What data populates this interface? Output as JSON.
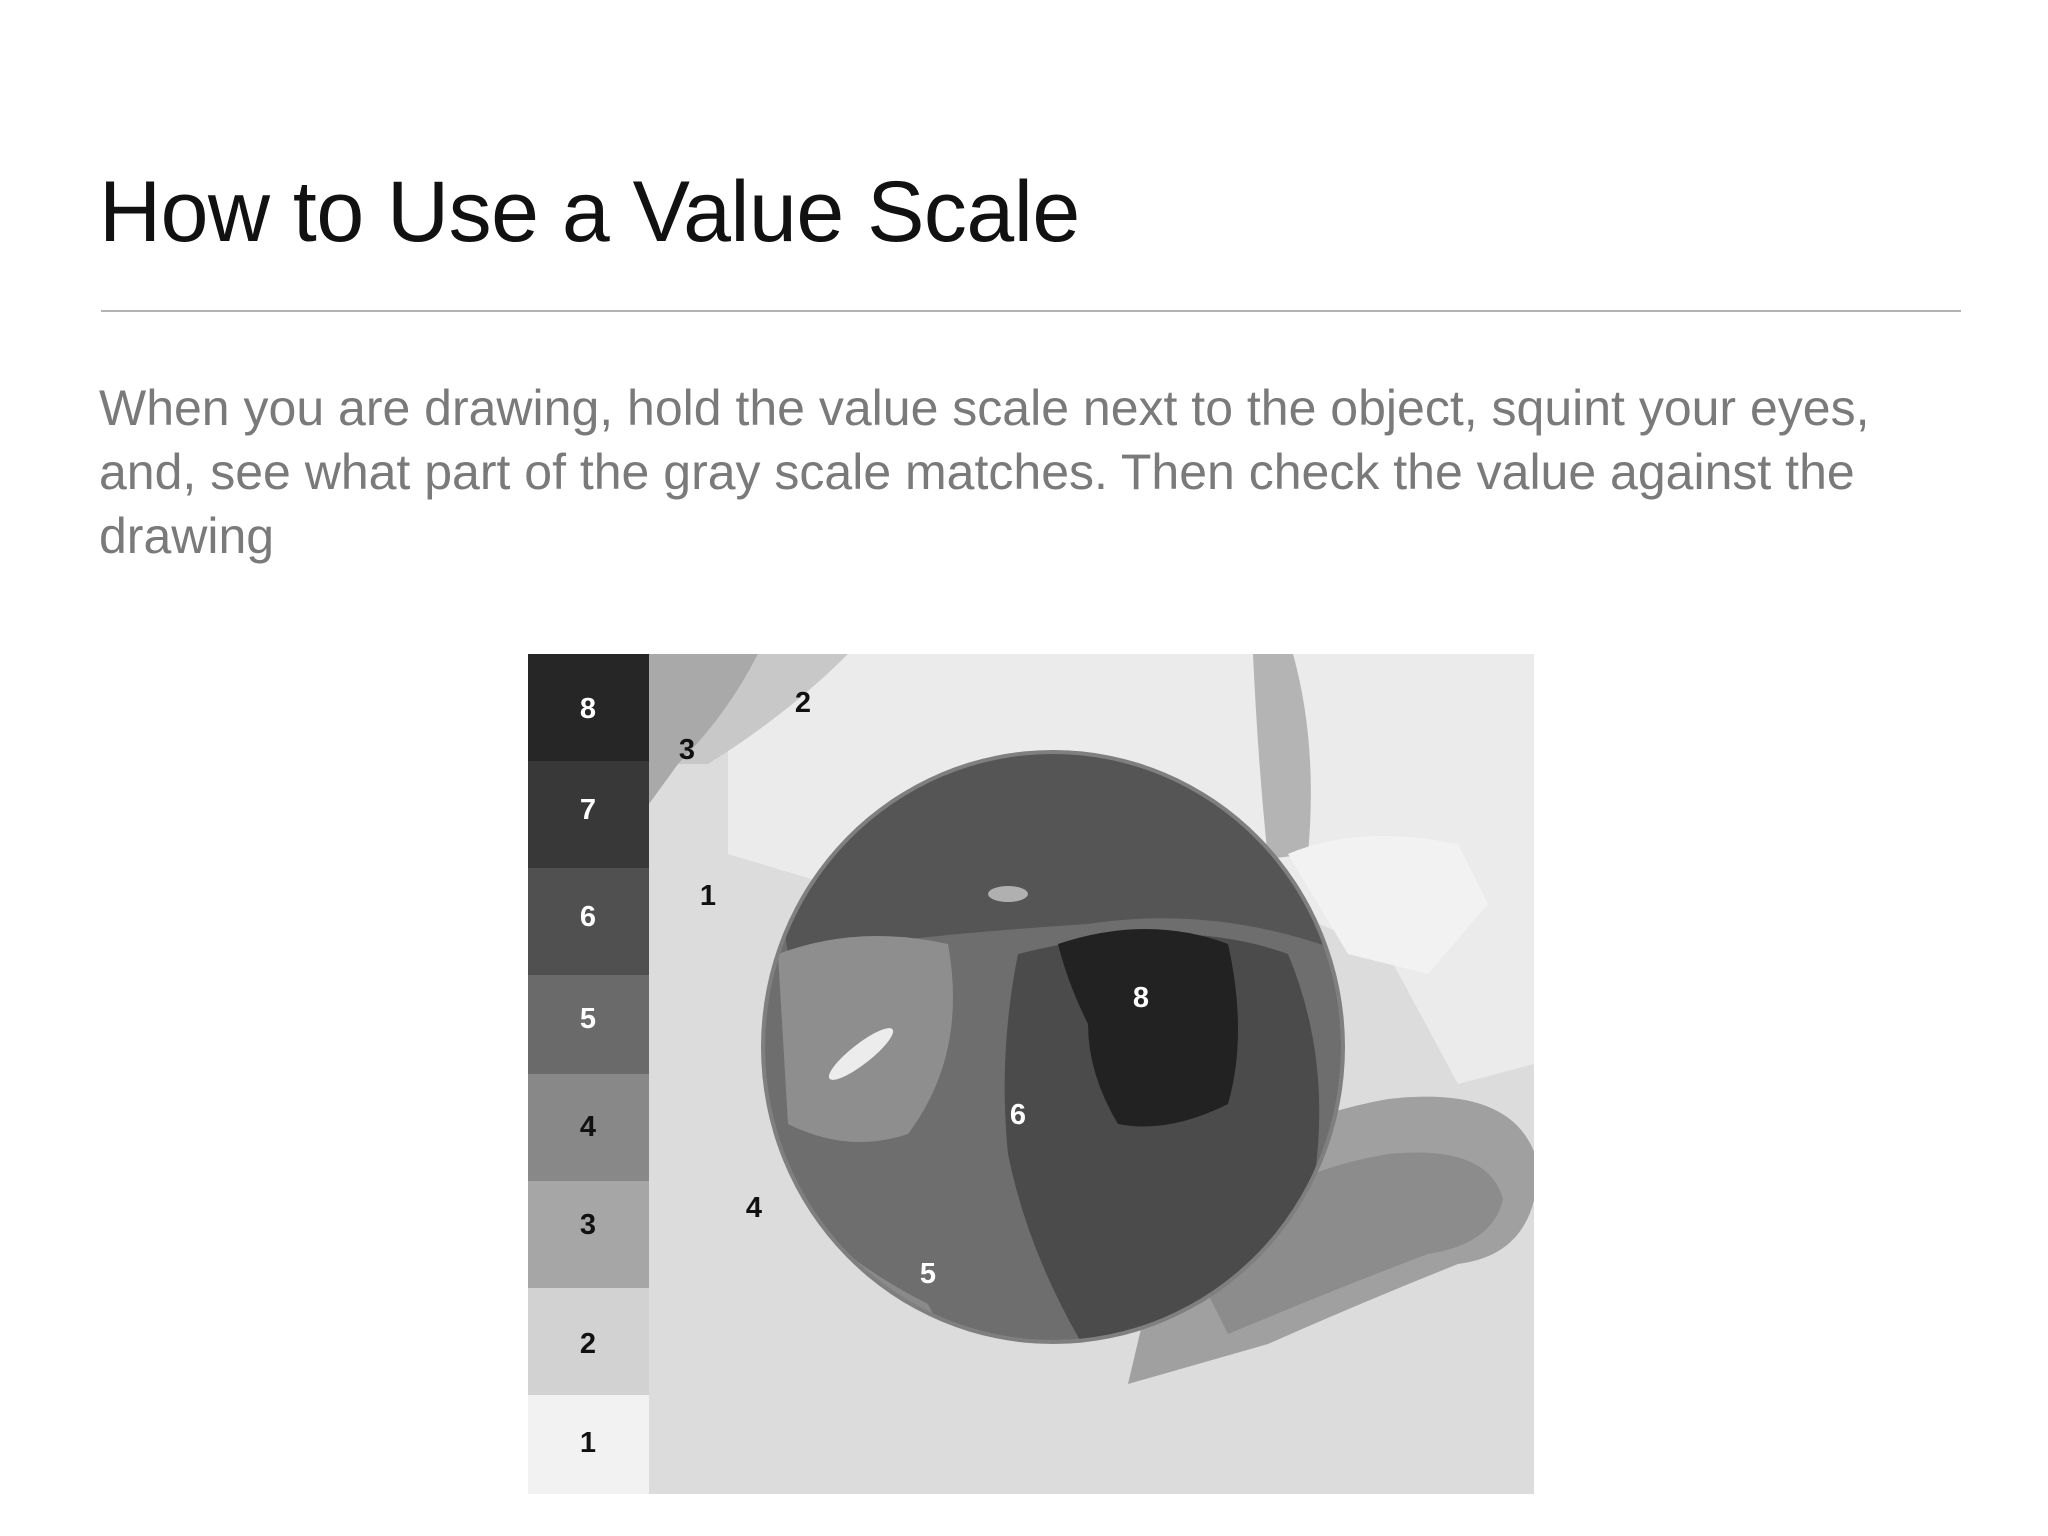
{
  "slide": {
    "title": "How to Use a Value Scale",
    "body": "When you are drawing, hold the value scale next to the object, squint your eyes, and, see what part of the gray scale matches. Then check the value against the drawing"
  },
  "value_scale": {
    "steps": [
      {
        "label": "8",
        "color": "#262626"
      },
      {
        "label": "7",
        "color": "#383838"
      },
      {
        "label": "6",
        "color": "#505050"
      },
      {
        "label": "5",
        "color": "#6a6a6a"
      },
      {
        "label": "4",
        "color": "#888888"
      },
      {
        "label": "3",
        "color": "#a6a6a6"
      },
      {
        "label": "2",
        "color": "#d2d2d2"
      },
      {
        "label": "1",
        "color": "#f2f2f2"
      }
    ]
  },
  "photo_labels": {
    "bg_3": "3",
    "bg_2": "2",
    "bg_1": "1",
    "apple_8": "8",
    "apple_6": "6",
    "apple_4": "4",
    "apple_5": "5"
  }
}
